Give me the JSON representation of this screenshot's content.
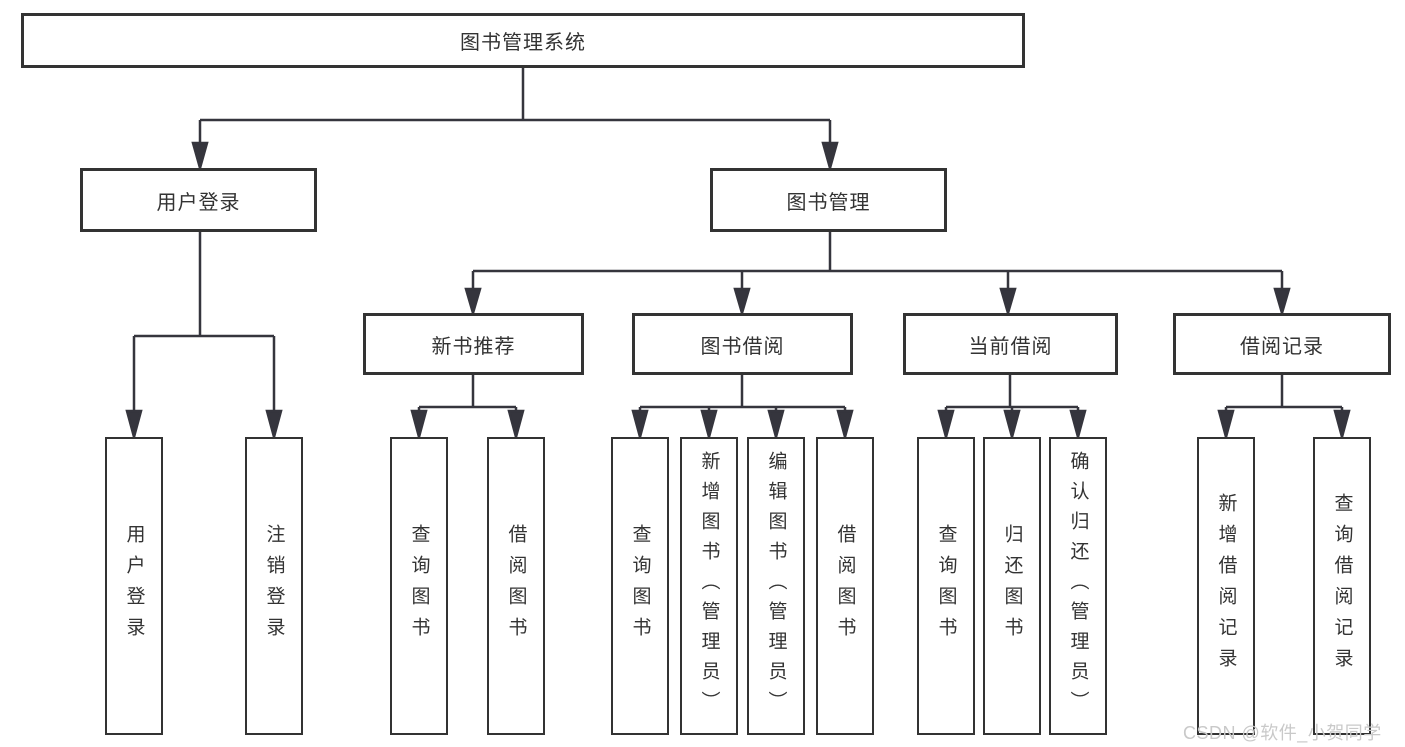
{
  "nodes": {
    "root": "图书管理系统",
    "level2": [
      "用户登录",
      "图书管理"
    ],
    "level3": [
      "新书推荐",
      "图书借阅",
      "当前借阅",
      "借阅记录"
    ],
    "leaves": [
      "用户登录",
      "注销登录",
      "查询图书",
      "借阅图书",
      "查询图书",
      "新增图书（管理员）",
      "编辑图书（管理员）",
      "借阅图书",
      "查询图书",
      "归还图书",
      "确认归还（管理员）",
      "新增借阅记录",
      "查询借阅记录"
    ]
  },
  "watermark": "CSDN @软件_小贺同学",
  "colors": {
    "background": "#ffffff",
    "line": "#35353d",
    "box_border": "#333333",
    "text": "#333333",
    "watermark_text": "#c9c9c9"
  }
}
